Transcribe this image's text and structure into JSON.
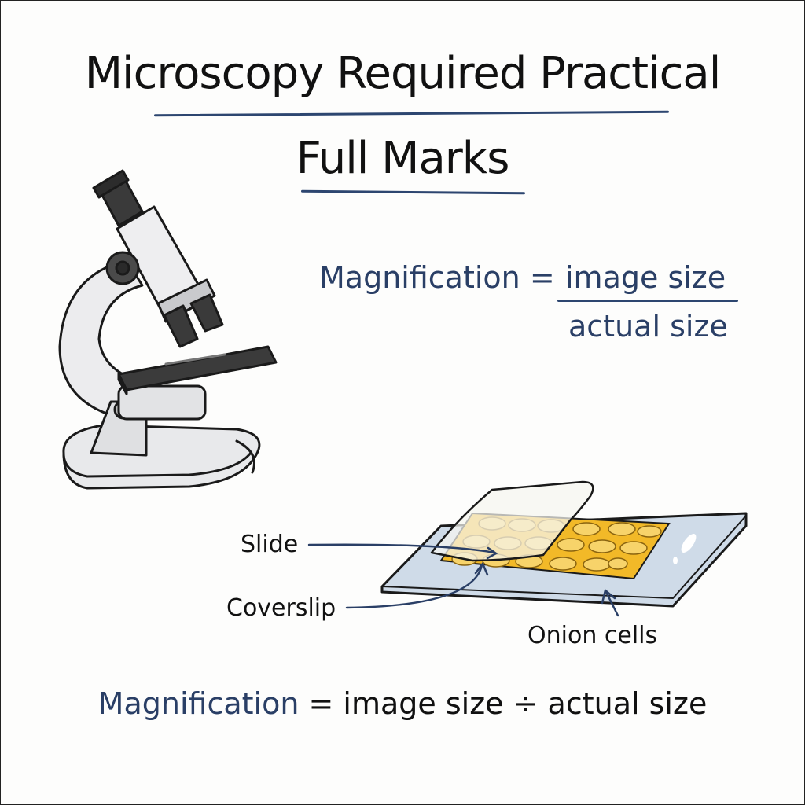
{
  "title": {
    "line1": "Microscopy Required Practical",
    "line2": "Full Marks"
  },
  "formula_fraction": {
    "lhs": "Magnification =",
    "numerator": "image size",
    "denominator": "actual size"
  },
  "labels": {
    "slide": "Slide",
    "coverslip": "Coverslip",
    "onion_cells": "Onion cells"
  },
  "formula_inline": {
    "term": "Magnification",
    "rest": "= image size ÷ actual size"
  },
  "colors": {
    "ink": "#111111",
    "accent_blue": "#2a3f66",
    "onion_yellow": "#f2b928",
    "slide_blue": "#cfdbe8",
    "microscope_dark": "#3a3a3a"
  }
}
